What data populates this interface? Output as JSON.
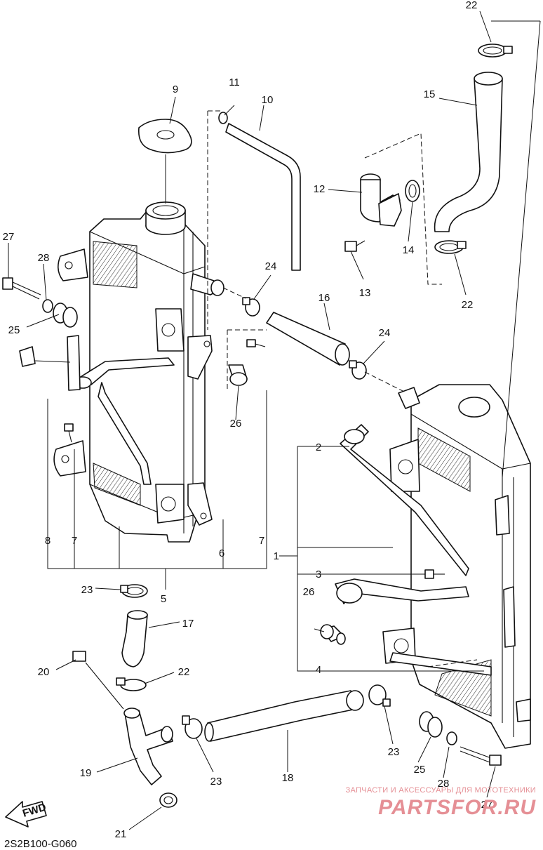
{
  "diagram_code": "2S2B100-G060",
  "fwd_label": "FWD",
  "watermark": {
    "line1": "ЗАПЧАСТИ И АКСЕССУАРЫ ДЛЯ МОТОТЕХНИКИ",
    "line2": "PARTSFOR.RU"
  },
  "callouts": {
    "n1": "1",
    "n2": "2",
    "n3": "3",
    "n4": "4",
    "n5": "5",
    "n6": "6",
    "n7a": "7",
    "n7b": "7",
    "n8": "8",
    "n9": "9",
    "n10": "10",
    "n11": "11",
    "n12": "12",
    "n13": "13",
    "n14": "14",
    "n15": "15",
    "n16": "16",
    "n17": "17",
    "n18": "18",
    "n19": "19",
    "n20": "20",
    "n21": "21",
    "n22a": "22",
    "n22b": "22",
    "n22c": "22",
    "n23a": "23",
    "n23b": "23",
    "n23c": "23",
    "n24a": "24",
    "n24b": "24",
    "n25a": "25",
    "n25b": "25",
    "n26a": "26",
    "n26b": "26",
    "n27a": "27",
    "n27b": "27",
    "n28a": "28",
    "n28b": "28"
  }
}
